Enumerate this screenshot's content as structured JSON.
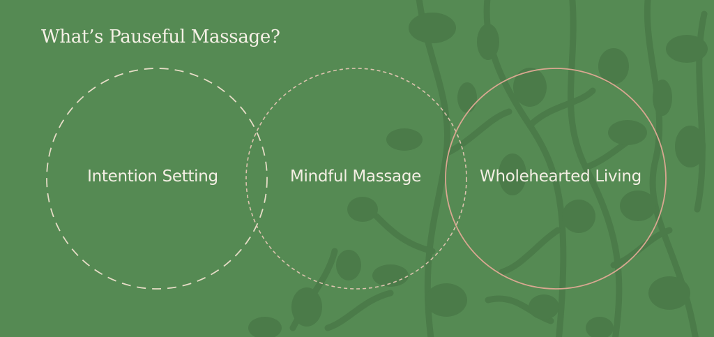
{
  "title": "What’s Pauseful Massage?",
  "circles": [
    {
      "label": "Intention Setting",
      "stroke": "#e6dcc6",
      "style": "long-dash"
    },
    {
      "label": "Mindful Massage",
      "stroke": "#dcc3ae",
      "style": "short-dash"
    },
    {
      "label": "Wholehearted Living",
      "stroke": "#d9a791",
      "style": "solid"
    }
  ],
  "colors": {
    "background": "#558a53",
    "foliage": "#4a7a48",
    "text": "#f4efe4"
  }
}
